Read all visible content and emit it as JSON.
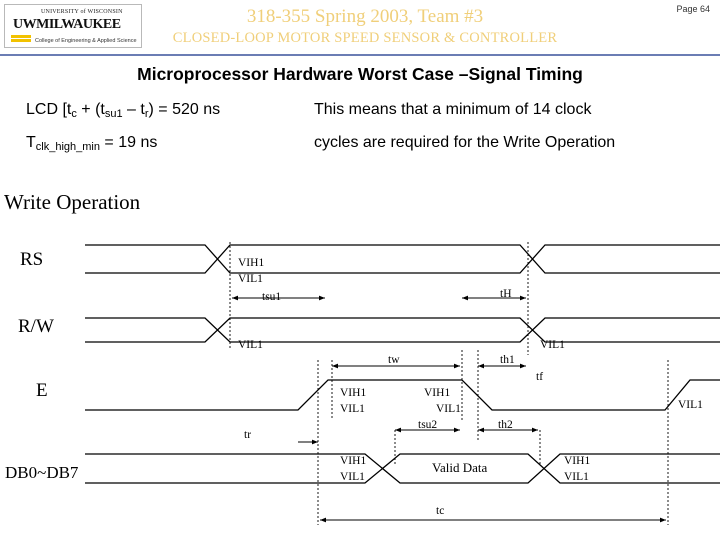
{
  "header": {
    "logo": {
      "university": "UNIVERSITY of WISCONSIN",
      "name": "UWMILWAUKEE",
      "college": "College of Engineering & Applied Science"
    },
    "course": "318-355 Spring 2003, Team #3",
    "project": "CLOSED-LOOP MOTOR SPEED SENSOR & CONTROLLER",
    "page": "Page 64"
  },
  "title": "Microprocessor Hardware Worst Case –Signal Timing",
  "left_text": {
    "line1": {
      "prefix": "LCD [t",
      "s1": "c",
      "mid1": " + (t",
      "s2": "su1",
      "mid2": " – t",
      "s3": "r",
      "suffix": ") = 520 ns"
    },
    "line2": {
      "prefix": "T",
      "sub": "clk_high_min",
      "suffix": " = 19 ns"
    }
  },
  "right_text": {
    "line1": "This means that a minimum of 14 clock",
    "line2": "cycles are required for the Write Operation"
  },
  "diagram": {
    "heading": "Write Operation",
    "signals": {
      "rs": "RS",
      "rw": "R/W",
      "e": "E",
      "db": "DB0~DB7"
    },
    "labels": {
      "vih1_a": "VIH1",
      "vil1_a": "VIL1",
      "tsu1": "tsu1",
      "th_rs": "tH",
      "vil1_rw_left": "VIL1",
      "vil1_rw_right": "VIL1",
      "tw": "tw",
      "th1": "th1",
      "tf": "tf",
      "vih1_e_left": "VIH1",
      "vil1_e_left": "VIL1",
      "vih1_e_mid": "VIH1",
      "vil1_e_mid": "VIL1",
      "vil1_e_right": "VIL1",
      "tr": "tr",
      "tsu2": "tsu2",
      "th2": "th2",
      "vih1_db_left": "VIH1",
      "vil1_db_left": "VIL1",
      "valid": "Valid Data",
      "vih1_db_right": "VIH1",
      "vil1_db_right": "VIL1",
      "tc": "tc"
    }
  }
}
